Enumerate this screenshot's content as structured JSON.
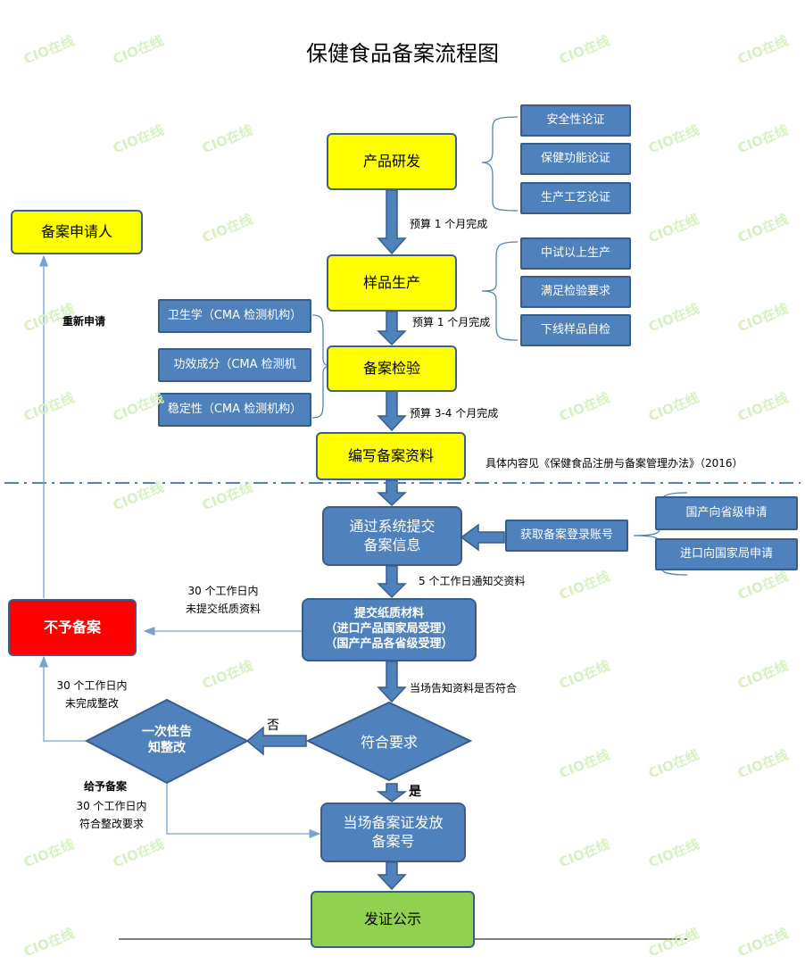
{
  "title": "保健食品备案流程图",
  "nodes": {
    "product_rd": "产品研发",
    "sample_production": "样品生产",
    "filing_inspection": "备案检验",
    "prepare_docs": "编写备案资料",
    "submit_online": "通过系统提交\n备案信息",
    "submit_paper": "提交纸质材料\n（进口产品国家局受理）\n（国产产品各省级受理）",
    "meets_requirements": "符合要求",
    "one_time_notice": "一次性告\n知整改",
    "issue_certificate": "当场备案证发放\n备案号",
    "publicize": "发证公示",
    "applicant": "备案申请人",
    "rejected": "不予备案"
  },
  "rd_items": [
    "安全性论证",
    "保健功能论证",
    "生产工艺论证"
  ],
  "production_items": [
    "中试以上生产",
    "满足检验要求",
    "下线样品自检"
  ],
  "inspection_items": [
    "卫生学（CMA 检测机构）",
    "功效成分（CMA 检测机",
    "稳定性（CMA 检测机构）"
  ],
  "account": {
    "label": "获取备案登录账号",
    "options": [
      "国产向省级申请",
      "进口向国家局申请"
    ]
  },
  "edge_labels": {
    "rd_budget": "预算 1 个月完成",
    "production_budget": "预算 1 个月完成",
    "inspection_budget": "预算 3-4 个月完成",
    "regulation_note": "具体内容见《保健食品注册与备案管理办法》（2016）",
    "notify_docs": "5 个工作日通知交资料",
    "on_site_notice": "当场告知资料是否符合",
    "no": "否",
    "yes": "是",
    "no_paper": "30 个工作日内\n未提交纸质资料",
    "no_fix": "30 个工作日内\n未完成整改",
    "reapply": "重新申请",
    "grant_title": "给予备案",
    "grant_detail": "30 个工作日内\n符合整改要求"
  },
  "watermark": "CIO在线",
  "colors": {
    "yellow_box": "#ffff00",
    "blue_box": "#4f81bd",
    "red_box": "#ff0000",
    "green_box": "#92d050",
    "border": "#385d8a"
  }
}
